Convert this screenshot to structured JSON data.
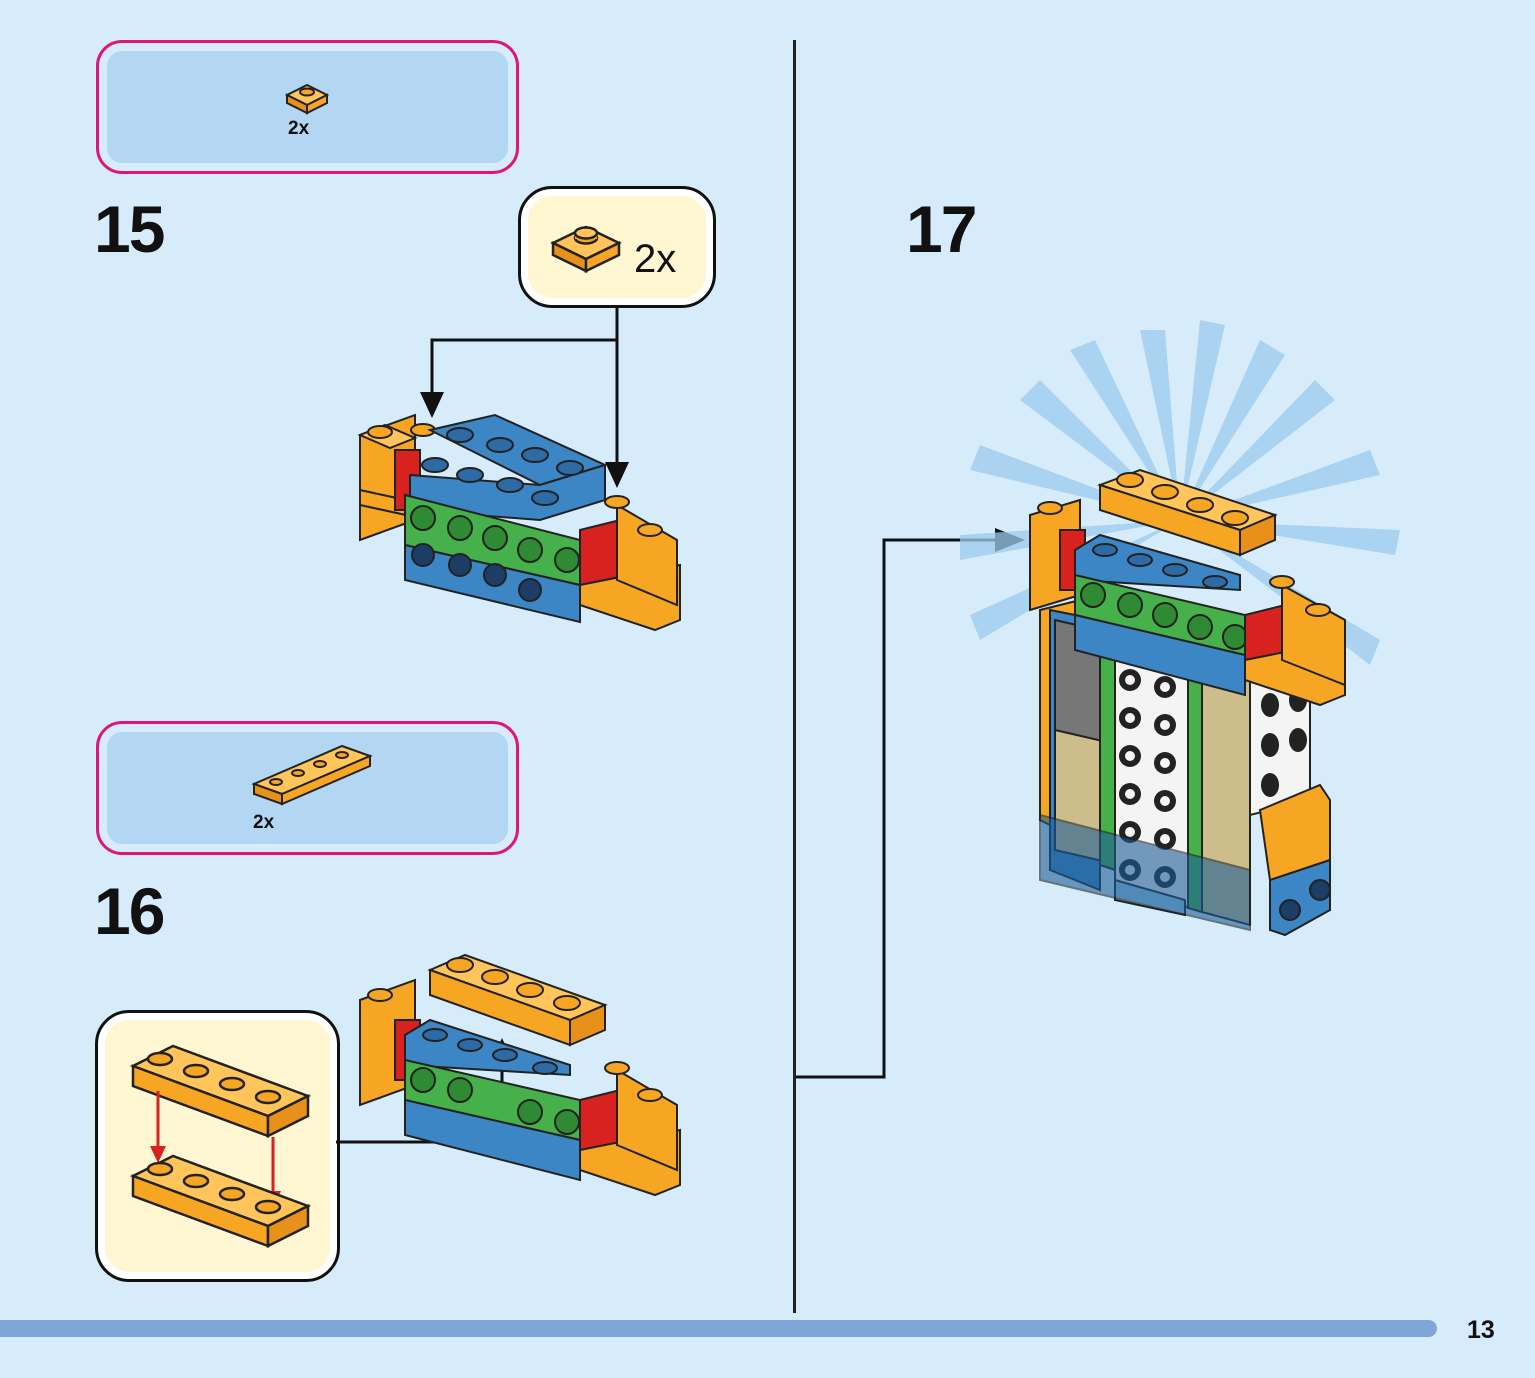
{
  "steps": [
    {
      "number": "15",
      "parts_count": "2x",
      "callout_count": "2x"
    },
    {
      "number": "16",
      "parts_count": "2x"
    },
    {
      "number": "17"
    }
  ],
  "page_number": "13",
  "colors": {
    "background": "#d6ecfb",
    "parts_box_border": "#e0157a",
    "parts_box_fill": "#b3d7f3",
    "callout_fill": "#fff6d2",
    "orange": "#f7a623",
    "blue": "#3d86c6",
    "green": "#46b04a",
    "red": "#d7221f",
    "tan": "#cdbd8b",
    "progress": "#7fa6d9"
  },
  "icons": [
    "plate-1x1-icon",
    "plate-1x4-icon",
    "build-arrow-icon"
  ]
}
